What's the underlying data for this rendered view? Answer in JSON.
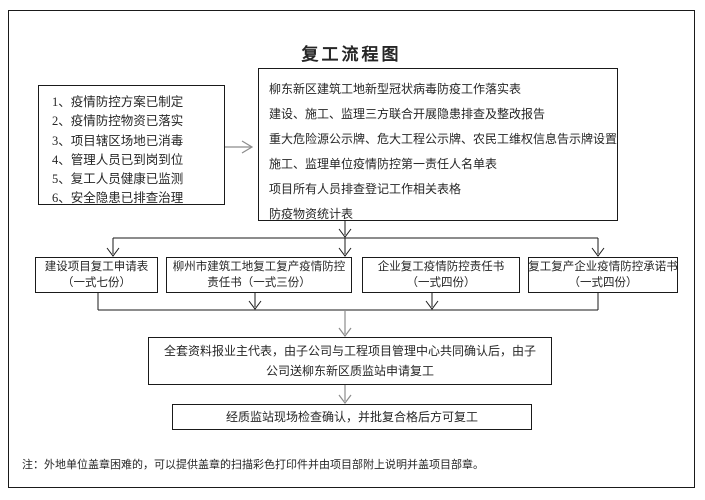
{
  "title": "复工流程图",
  "colors": {
    "line": "#1a1a1a",
    "gray_arrow": "#8c8c8c",
    "text": "#262626",
    "paper": "#ffffff"
  },
  "checklist_box": {
    "lines": [
      "1、疫情防控方案已制定",
      "2、疫情防控物资已落实",
      "3、项目辖区场地已消毒",
      "4、管理人员已到岗到位",
      "5、复工人员健康已监测",
      "6、安全隐患已排查治理"
    ]
  },
  "materials_box": {
    "lines": [
      "柳东新区建筑工地新型冠状病毒防疫工作落实表",
      "建设、施工、监理三方联合开展隐患排查及整改报告",
      "重大危险源公示牌、危大工程公示牌、农民工维权信息告示牌设置",
      "施工、监理单位疫情防控第一责任人名单表",
      "项目所有人员排查登记工作相关表格",
      "防疫物资统计表"
    ]
  },
  "middle_row": [
    {
      "lines": [
        "建设项目复工申请表",
        "（一式七份）"
      ]
    },
    {
      "lines": [
        "柳州市建筑工地复工复产疫情防控",
        "责任书（一式三份）"
      ]
    },
    {
      "lines": [
        "企业复工疫情防控责任书",
        "（一式四份）"
      ]
    },
    {
      "lines": [
        "复工复产企业疫情防控承诺书",
        "（一式四份）"
      ]
    }
  ],
  "confirm_box": {
    "lines": [
      "全套资料报业主代表，由子公司与工程项目管理中心共同确认后，由子",
      "公司送柳东新区质监站申请复工"
    ]
  },
  "approval_box": {
    "lines": [
      "经质监站现场检查确认，并批复合格后方可复工"
    ]
  },
  "footnote": "注：外地单位盖章困难的，可以提供盖章的扫描彩色打印件并由项目部附上说明并盖项目部章。"
}
